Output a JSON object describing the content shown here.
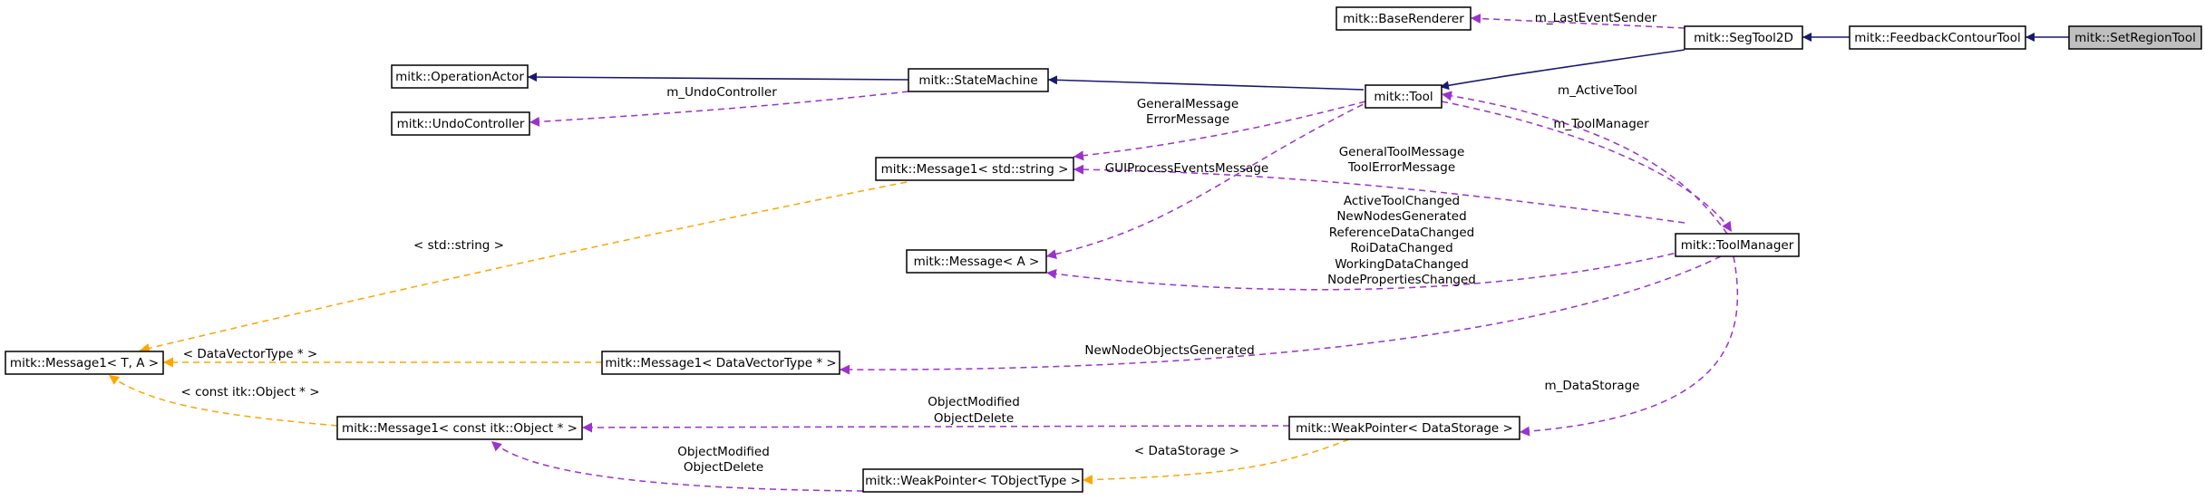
{
  "nodes": {
    "set_region_tool": "mitk::SetRegionTool",
    "feedback_contour_tool": "mitk::FeedbackContourTool",
    "seg_tool_2d": "mitk::SegTool2D",
    "base_renderer": "mitk::BaseRenderer",
    "tool": "mitk::Tool",
    "state_machine": "mitk::StateMachine",
    "operation_actor": "mitk::OperationActor",
    "undo_controller": "mitk::UndoController",
    "message1_string": "mitk::Message1< std::string >",
    "message_a": "mitk::Message< A >",
    "tool_manager": "mitk::ToolManager",
    "message1_ta": "mitk::Message1< T, A >",
    "message1_datavector": "mitk::Message1< DataVectorType * >",
    "message1_object": "mitk::Message1< const itk::Object * >",
    "weakpointer_datastorage": "mitk::WeakPointer< DataStorage >",
    "weakpointer_tobject": "mitk::WeakPointer< TObjectType >"
  },
  "edge_labels": {
    "m_last_event_sender": "m_LastEventSender",
    "m_undo_controller": "m_UndoController",
    "general_message": [
      "GeneralMessage",
      "ErrorMessage"
    ],
    "m_active_tool": "m_ActiveTool",
    "m_tool_manager": "m_ToolManager",
    "general_tool_message": [
      "GeneralToolMessage",
      "ToolErrorMessage"
    ],
    "gui_process_events": "GUIProcessEventsMessage",
    "active_tool_changed": [
      "ActiveToolChanged",
      "NewNodesGenerated",
      "ReferenceDataChanged",
      "RoiDataChanged",
      "WorkingDataChanged",
      "NodePropertiesChanged"
    ],
    "std_string_tmpl": "< std::string >",
    "data_vector_tmpl": "< DataVectorType * >",
    "new_node_objects": "NewNodeObjectsGenerated",
    "const_object_tmpl": "< const itk::Object * >",
    "object_modified_1": [
      "ObjectModified",
      "ObjectDelete"
    ],
    "m_data_storage": "m_DataStorage",
    "data_storage_tmpl": "< DataStorage >",
    "object_modified_2": [
      "ObjectModified",
      "ObjectDelete"
    ]
  },
  "colors": {
    "inheritance": "#191970",
    "usage": "#9a32cd",
    "template_instance": "#ffa500",
    "focus_node_fill": "#bfbfbf"
  }
}
